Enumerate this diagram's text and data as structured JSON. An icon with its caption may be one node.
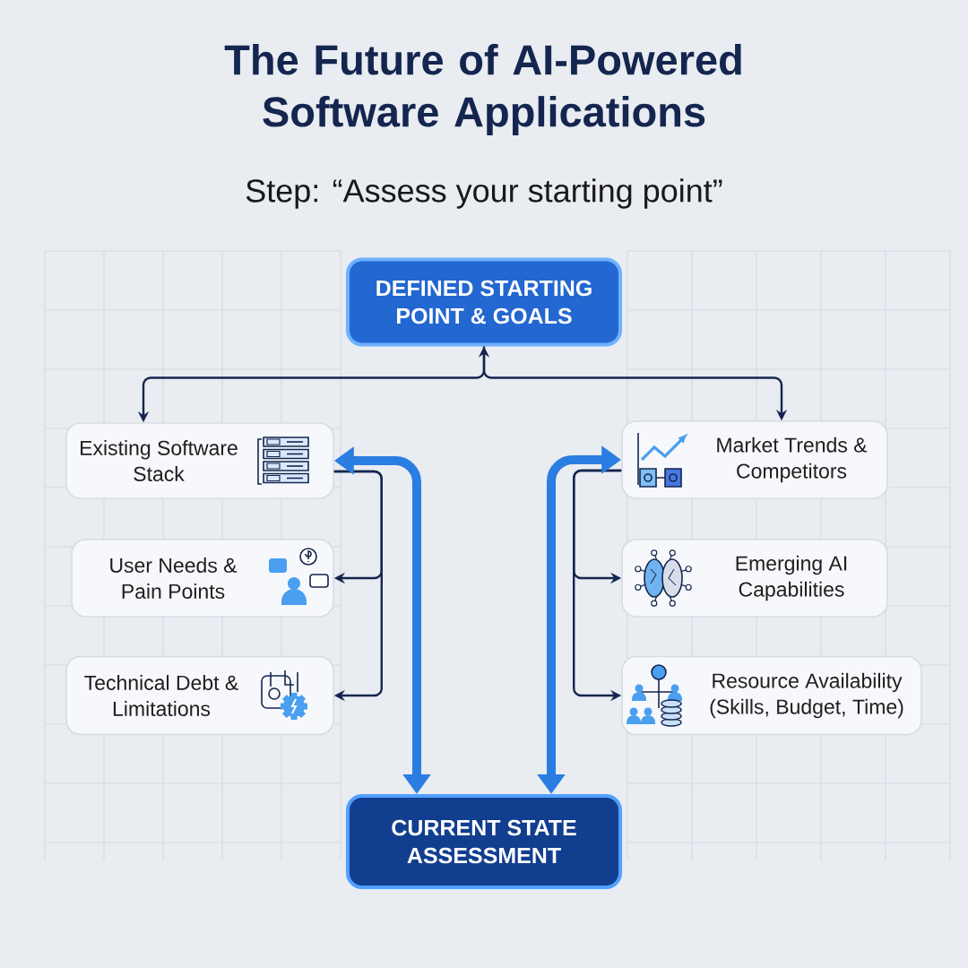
{
  "diagram": {
    "title": "The Future of AI-Powered Software Applications",
    "nodes": [
      {
        "text": [
          "DEFINED STARTING POINT & GOALS"
        ]
      },
      {
        "text": [
          "Existing Software Stack"
        ]
      },
      {
        "text": [
          "User Needs & Pain Points"
        ]
      },
      {
        "text": [
          "Technical Debt & Limitations"
        ]
      },
      {
        "text": [
          "Market Trends & Competitors"
        ]
      },
      {
        "text": [
          "Emerging AI Capabilities"
        ]
      },
      {
        "text": [
          "Resource Availability (Skills, Budget, Time)"
        ]
      },
      {
        "text": [
          "CURRENT STATE ASSESSMENT"
        ]
      }
    ],
    "edges": [
      {
        "from": 1,
        "to": 0,
        "arrow": "both"
      },
      {
        "from": 0,
        "to": 4,
        "arrow": "to"
      },
      {
        "from": 1,
        "to": 7,
        "arrow": "both",
        "style": "thick",
        "color": "#2a7de1"
      },
      {
        "from": 4,
        "to": 7,
        "arrow": "both",
        "style": "thick",
        "color": "#2a7de1"
      },
      {
        "from": 1,
        "to": 2,
        "arrow": "to"
      },
      {
        "from": 1,
        "to": 3,
        "arrow": "to"
      },
      {
        "from": 4,
        "to": 5,
        "arrow": "to"
      },
      {
        "from": 4,
        "to": 6,
        "arrow": "to"
      }
    ],
    "labels": [
      "Step: “Assess your starting point”"
    ]
  }
}
